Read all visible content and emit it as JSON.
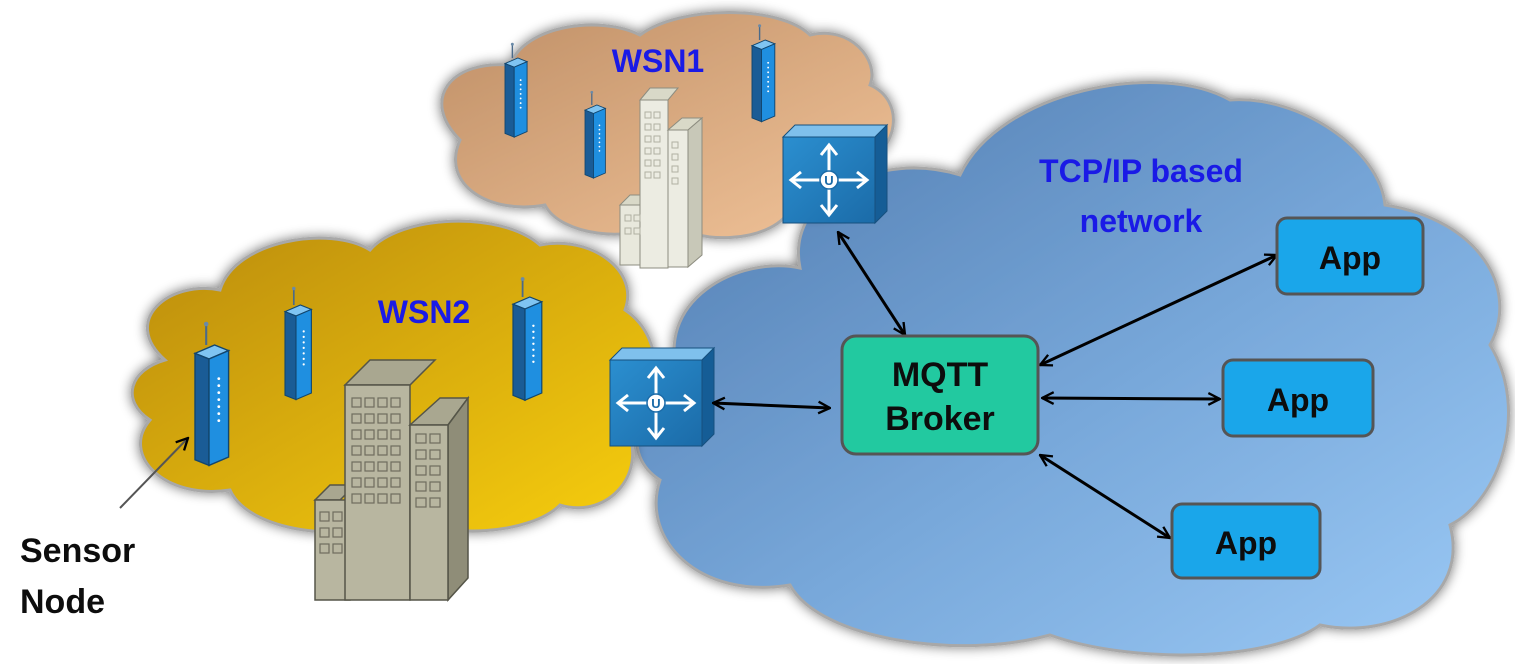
{
  "clouds": {
    "wsn1": {
      "label": "WSN1"
    },
    "wsn2": {
      "label": "WSN2"
    },
    "tcp": {
      "label_line1": "TCP/IP based",
      "label_line2": "network"
    }
  },
  "broker": {
    "line1": "MQTT",
    "line2": "Broker"
  },
  "apps": [
    {
      "label": "App"
    },
    {
      "label": "App"
    },
    {
      "label": "App"
    }
  ],
  "sensor_label": {
    "line1": "Sensor",
    "line2": "Node"
  },
  "colors": {
    "wsn1_cloud": "#e0b488",
    "wsn2_cloud": "#e3b513",
    "tcp_cloud": "#7aa7d9",
    "broker_fill": "#22c9a0",
    "app_fill": "#1aa6ea",
    "label_blue": "#1a1ae6"
  },
  "icons": [
    "router-icon",
    "sensor-node-icon",
    "building-icon"
  ]
}
